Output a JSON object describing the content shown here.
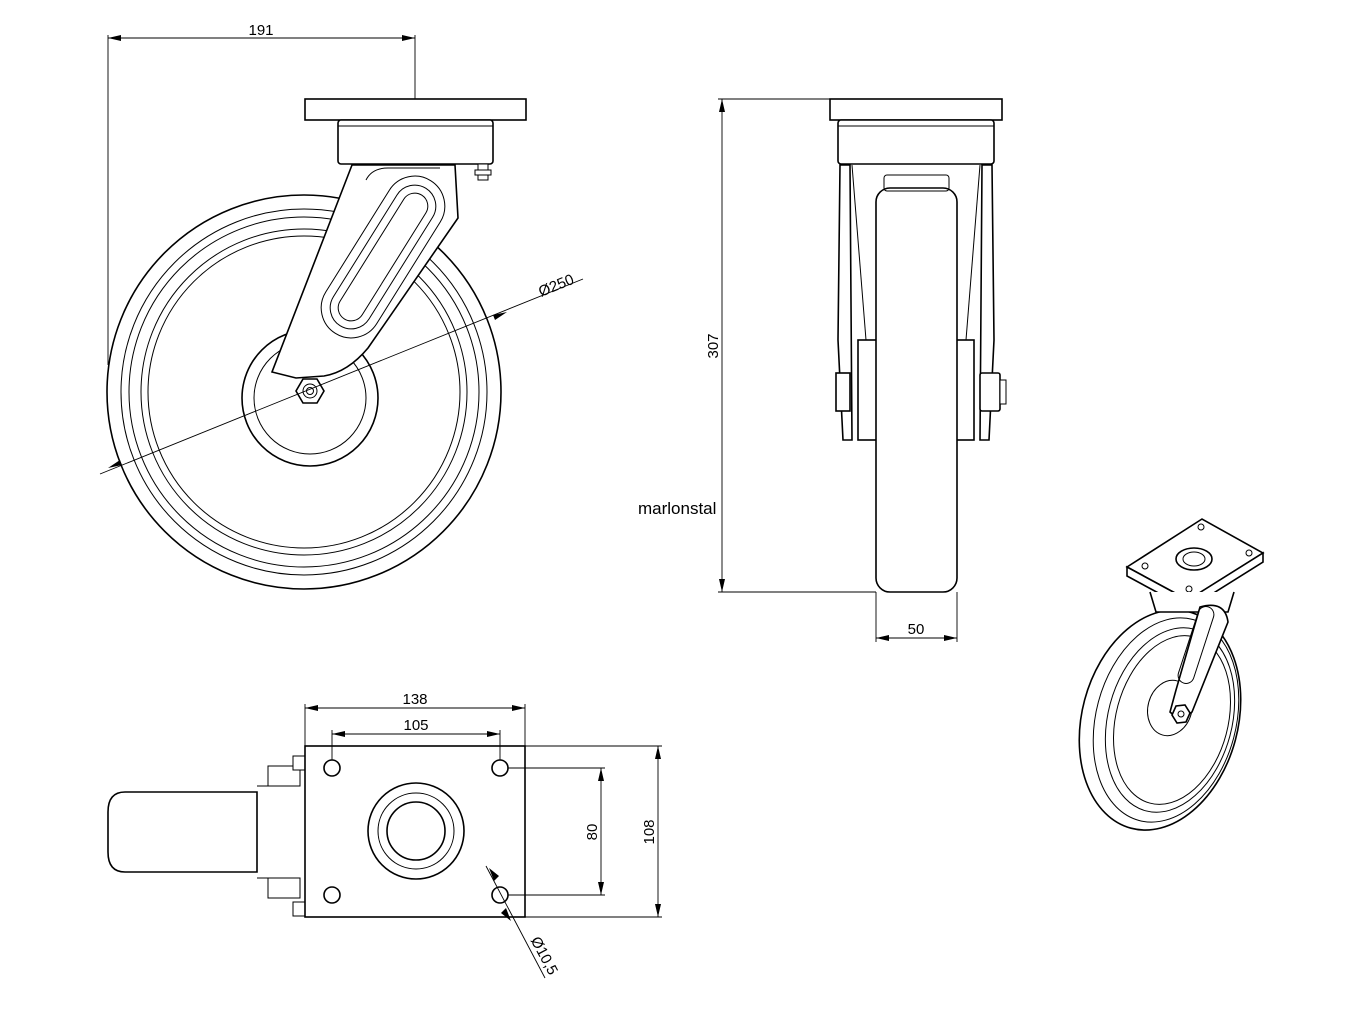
{
  "brand": "marlonstal",
  "dimensions": {
    "swivel_offset": "191",
    "wheel_diameter": "Ø250",
    "overall_height": "307",
    "wheel_width": "50",
    "plate_length": "138",
    "bolt_spacing_length": "105",
    "bolt_spacing_width": "80",
    "plate_width": "108",
    "bolt_hole_diameter": "Ø10,5"
  }
}
